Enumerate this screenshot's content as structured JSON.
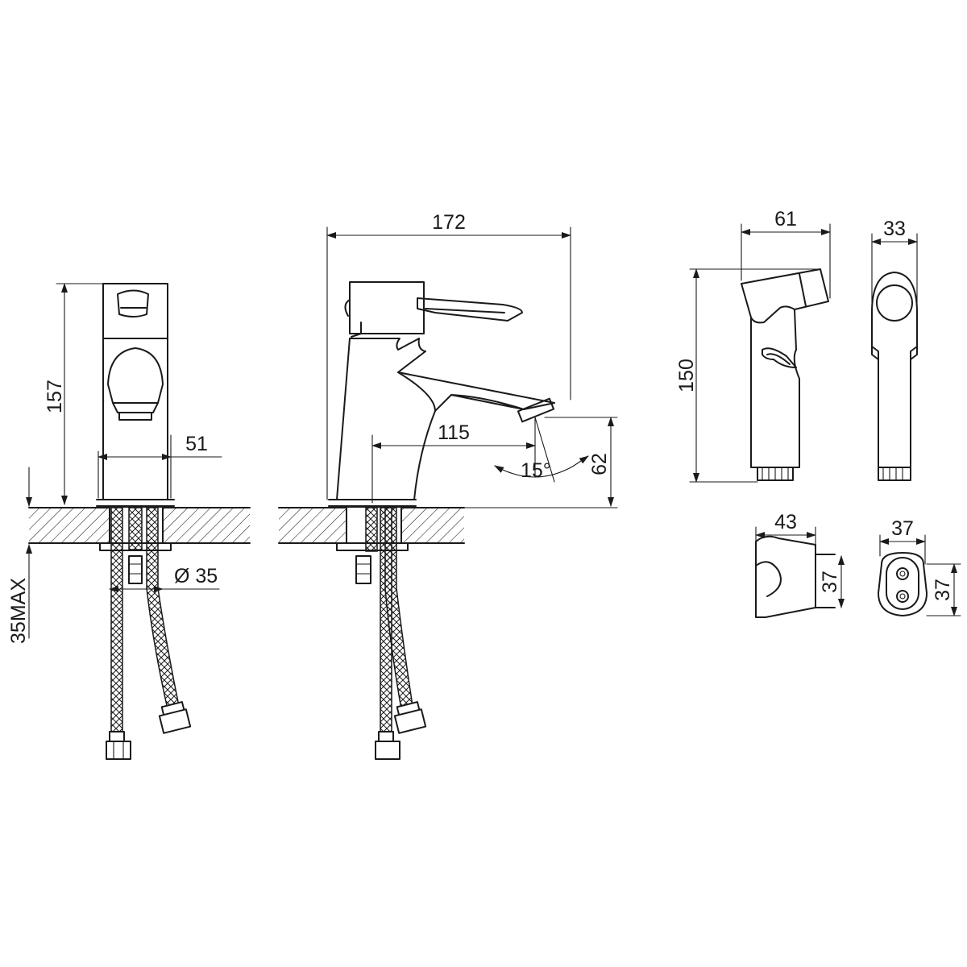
{
  "dimensions": {
    "spout_reach": "172",
    "height": "157",
    "body_width": "51",
    "diameter": "Ø 35",
    "spout_length": "115",
    "angle": "15°",
    "spout_height": "62",
    "deck_thickness": "35MAX",
    "shower_width": "61",
    "shower_depth": "33",
    "shower_length": "150",
    "holder_width": "43",
    "holder_height": "37",
    "holder_front_width": "37",
    "holder_front_height": "37"
  }
}
